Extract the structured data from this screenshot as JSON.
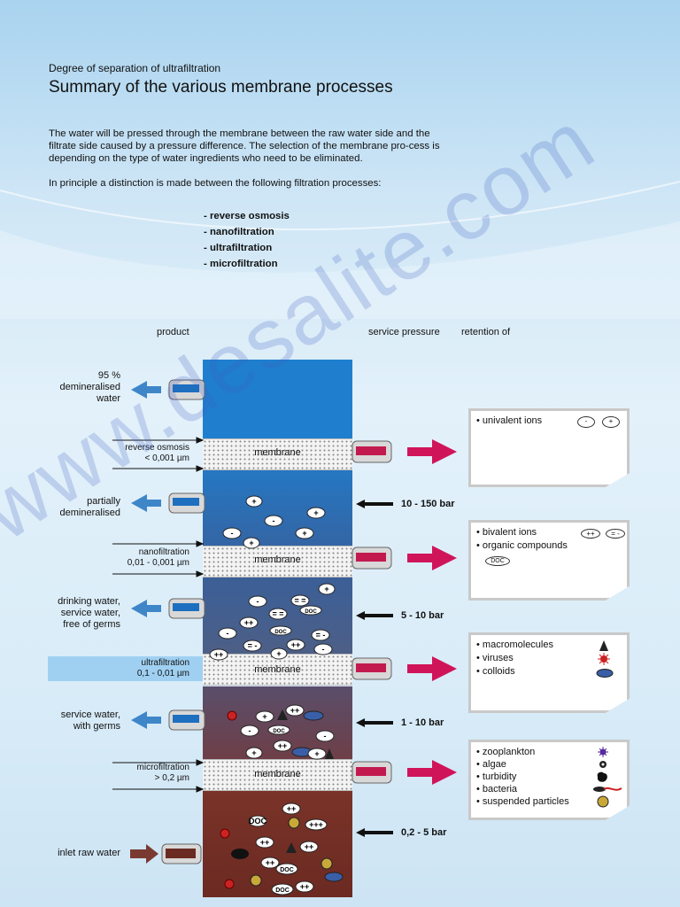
{
  "header": {
    "subtitle": "Degree of separation of ultrafiltration",
    "title": "Summary of the various membrane processes"
  },
  "intro": {
    "paragraph1": "The water will be pressed through the membrane between the raw water side and the filtrate side caused by a pressure difference. The selection of the membrane pro-cess is depending on the type of water ingredients who need to be eliminated.",
    "paragraph2": "In principle a distinction is made between the following filtration processes:"
  },
  "processes": [
    "- reverse osmosis",
    "- nanofiltration",
    "- ultrafiltration",
    "- microfiltration"
  ],
  "columns": {
    "product": "product",
    "pressure": "service pressure",
    "retention": "retention of"
  },
  "products": [
    "95 %\ndemineralised\nwater",
    "partially\ndemineralised",
    "drinking water,\nservice water,\nfree of germs",
    "service water,\nwith germs"
  ],
  "inlet": "inlet raw water",
  "stages": [
    {
      "name": "reverse osmosis",
      "size": "< 0,001 µm"
    },
    {
      "name": "nanofiltration",
      "size": "0,01 - 0,001 µm"
    },
    {
      "name": "ultrafiltration",
      "size": "0,1 - 0,01 µm"
    },
    {
      "name": "microfiltration",
      "size": "> 0,2 µm"
    }
  ],
  "membrane_label": "membrane",
  "pressures": [
    "10 - 150 bar",
    "5 - 10 bar",
    "1 - 10 bar",
    "0,2 - 5 bar"
  ],
  "retention": [
    {
      "items": [
        "• univalent ions"
      ],
      "badges": [
        "-",
        "+"
      ]
    },
    {
      "items": [
        "• bivalent ions",
        "• organic compounds"
      ],
      "badges": [
        "++",
        "= -",
        "DOC"
      ]
    },
    {
      "items": [
        "• macromolecules",
        "• viruses",
        "• colloids"
      ]
    },
    {
      "items": [
        "• zooplankton",
        "• algae",
        "• turbidity",
        "• bacteria",
        "• suspended particles"
      ]
    }
  ],
  "watermark": "www.desalite.com",
  "colors": {
    "arrow_blue": "#3f86c9",
    "arrow_red": "#d0145a",
    "arrow_inlet": "#7a3a32",
    "pure_water": "#1f7fce"
  }
}
